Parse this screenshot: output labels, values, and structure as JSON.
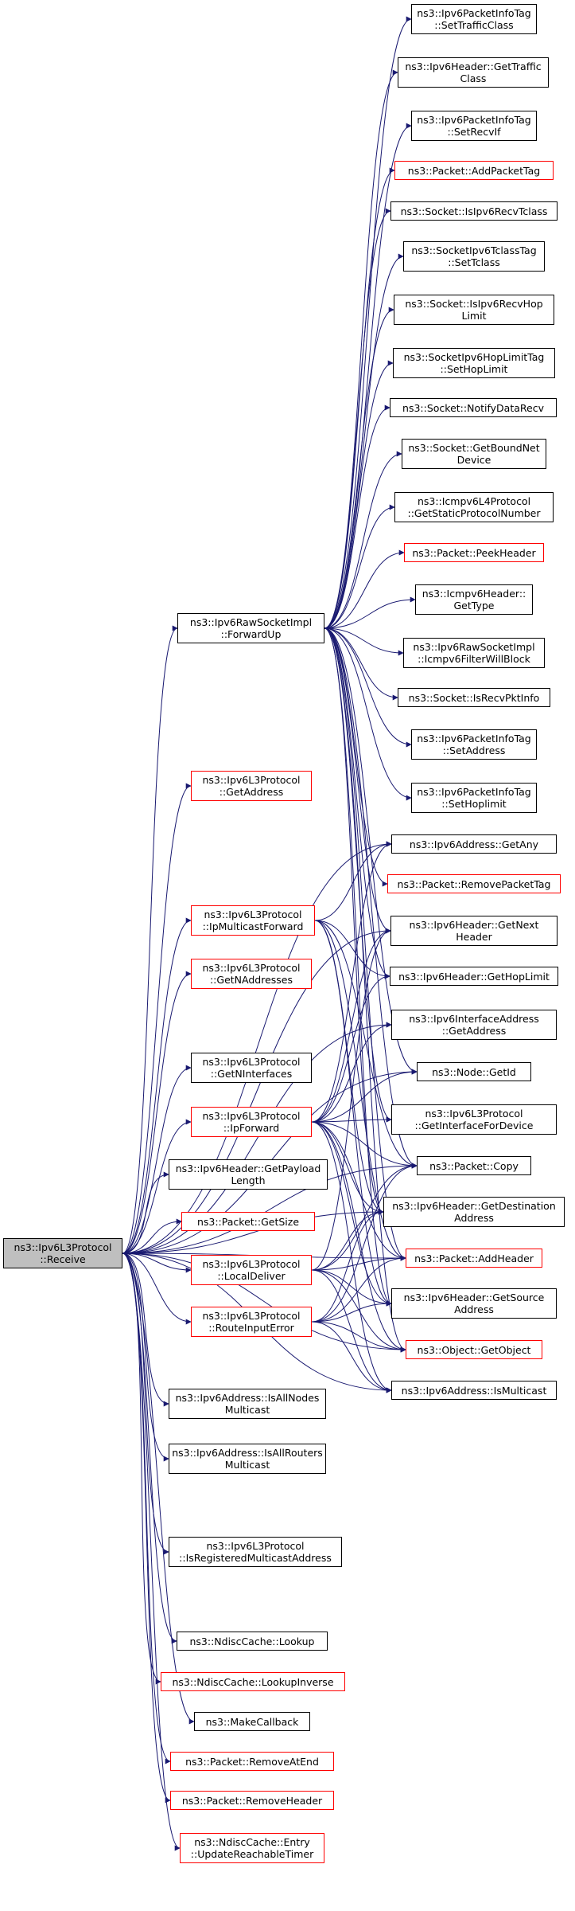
{
  "colors": {
    "edge": "#191970",
    "border_ok": "#000000",
    "border_red": "#ff0000",
    "root_fill": "#bfbfbf"
  },
  "nodes": [
    {
      "id": "root",
      "lines": [
        "ns3::Ipv6L3Protocol",
        "::Receive"
      ],
      "border": "black",
      "root": true
    },
    {
      "id": "fwdup",
      "lines": [
        "ns3::Ipv6RawSocketImpl",
        "::ForwardUp"
      ],
      "border": "black"
    },
    {
      "id": "getaddr",
      "lines": [
        "ns3::Ipv6L3Protocol",
        "::GetAddress"
      ],
      "border": "red"
    },
    {
      "id": "ipmcfwd",
      "lines": [
        "ns3::Ipv6L3Protocol",
        "::IpMulticastForward"
      ],
      "border": "red"
    },
    {
      "id": "getnaddr",
      "lines": [
        "ns3::Ipv6L3Protocol",
        "::GetNAddresses"
      ],
      "border": "red"
    },
    {
      "id": "getnif",
      "lines": [
        "ns3::Ipv6L3Protocol",
        "::GetNInterfaces"
      ],
      "border": "black"
    },
    {
      "id": "ipfwd",
      "lines": [
        "ns3::Ipv6L3Protocol",
        "::IpForward"
      ],
      "border": "red"
    },
    {
      "id": "getpay",
      "lines": [
        "ns3::Ipv6Header::GetPayload",
        "Length"
      ],
      "border": "black"
    },
    {
      "id": "getsize",
      "lines": [
        "ns3::Packet::GetSize"
      ],
      "border": "red"
    },
    {
      "id": "localdel",
      "lines": [
        "ns3::Ipv6L3Protocol",
        "::LocalDeliver"
      ],
      "border": "red"
    },
    {
      "id": "rie",
      "lines": [
        "ns3::Ipv6L3Protocol",
        "::RouteInputError"
      ],
      "border": "red"
    },
    {
      "id": "allnodes",
      "lines": [
        "ns3::Ipv6Address::IsAllNodes",
        "Multicast"
      ],
      "border": "black"
    },
    {
      "id": "allrouters",
      "lines": [
        "ns3::Ipv6Address::IsAllRouters",
        "Multicast"
      ],
      "border": "black"
    },
    {
      "id": "isregmc",
      "lines": [
        "ns3::Ipv6L3Protocol",
        "::IsRegisteredMulticastAddress"
      ],
      "border": "black"
    },
    {
      "id": "ndlookup",
      "lines": [
        "ns3::NdiscCache::Lookup"
      ],
      "border": "black"
    },
    {
      "id": "ndlookupinv",
      "lines": [
        "ns3::NdiscCache::LookupInverse"
      ],
      "border": "red"
    },
    {
      "id": "makecb",
      "lines": [
        "ns3::MakeCallback"
      ],
      "border": "black"
    },
    {
      "id": "remend",
      "lines": [
        "ns3::Packet::RemoveAtEnd"
      ],
      "border": "red"
    },
    {
      "id": "remhdr",
      "lines": [
        "ns3::Packet::RemoveHeader"
      ],
      "border": "red"
    },
    {
      "id": "updreach",
      "lines": [
        "ns3::NdiscCache::Entry",
        "::UpdateReachableTimer"
      ],
      "border": "red"
    },
    {
      "id": "settc",
      "lines": [
        "ns3::Ipv6PacketInfoTag",
        "::SetTrafficClass"
      ],
      "border": "black"
    },
    {
      "id": "gettc",
      "lines": [
        "ns3::Ipv6Header::GetTraffic",
        "Class"
      ],
      "border": "black"
    },
    {
      "id": "setrecvif",
      "lines": [
        "ns3::Ipv6PacketInfoTag",
        "::SetRecvIf"
      ],
      "border": "black"
    },
    {
      "id": "addpt",
      "lines": [
        "ns3::Packet::AddPacketTag"
      ],
      "border": "red"
    },
    {
      "id": "isrecvtc",
      "lines": [
        "ns3::Socket::IsIpv6RecvTclass"
      ],
      "border": "black"
    },
    {
      "id": "stcset",
      "lines": [
        "ns3::SocketIpv6TclassTag",
        "::SetTclass"
      ],
      "border": "black"
    },
    {
      "id": "isrecvhl",
      "lines": [
        "ns3::Socket::IsIpv6RecvHop",
        "Limit"
      ],
      "border": "black"
    },
    {
      "id": "shlset",
      "lines": [
        "ns3::SocketIpv6HopLimitTag",
        "::SetHopLimit"
      ],
      "border": "black"
    },
    {
      "id": "notify",
      "lines": [
        "ns3::Socket::NotifyDataRecv"
      ],
      "border": "black"
    },
    {
      "id": "getbound",
      "lines": [
        "ns3::Socket::GetBoundNet",
        "Device"
      ],
      "border": "black"
    },
    {
      "id": "icmpproto",
      "lines": [
        "ns3::Icmpv6L4Protocol",
        "::GetStaticProtocolNumber"
      ],
      "border": "black"
    },
    {
      "id": "peek",
      "lines": [
        "ns3::Packet::PeekHeader"
      ],
      "border": "red"
    },
    {
      "id": "icmptype",
      "lines": [
        "ns3::Icmpv6Header::",
        "GetType"
      ],
      "border": "black"
    },
    {
      "id": "icmpfilter",
      "lines": [
        "ns3::Ipv6RawSocketImpl",
        "::Icmpv6FilterWillBlock"
      ],
      "border": "black"
    },
    {
      "id": "isrecvpkt",
      "lines": [
        "ns3::Socket::IsRecvPktInfo"
      ],
      "border": "black"
    },
    {
      "id": "setaddr",
      "lines": [
        "ns3::Ipv6PacketInfoTag",
        "::SetAddress"
      ],
      "border": "black"
    },
    {
      "id": "sethl",
      "lines": [
        "ns3::Ipv6PacketInfoTag",
        "::SetHoplimit"
      ],
      "border": "black"
    },
    {
      "id": "getany",
      "lines": [
        "ns3::Ipv6Address::GetAny"
      ],
      "border": "black"
    },
    {
      "id": "rempt",
      "lines": [
        "ns3::Packet::RemovePacketTag"
      ],
      "border": "red"
    },
    {
      "id": "getnext",
      "lines": [
        "ns3::Ipv6Header::GetNext",
        "Header"
      ],
      "border": "black"
    },
    {
      "id": "gethop",
      "lines": [
        "ns3::Ipv6Header::GetHopLimit"
      ],
      "border": "black"
    },
    {
      "id": "ifaddr",
      "lines": [
        "ns3::Ipv6InterfaceAddress",
        "::GetAddress"
      ],
      "border": "black"
    },
    {
      "id": "nodeid",
      "lines": [
        "ns3::Node::GetId"
      ],
      "border": "black"
    },
    {
      "id": "getiffordev",
      "lines": [
        "ns3::Ipv6L3Protocol",
        "::GetInterfaceForDevice"
      ],
      "border": "black"
    },
    {
      "id": "copy",
      "lines": [
        "ns3::Packet::Copy"
      ],
      "border": "black"
    },
    {
      "id": "getdst",
      "lines": [
        "ns3::Ipv6Header::GetDestination",
        "Address"
      ],
      "border": "black"
    },
    {
      "id": "addhdr",
      "lines": [
        "ns3::Packet::AddHeader"
      ],
      "border": "red"
    },
    {
      "id": "getsrc",
      "lines": [
        "ns3::Ipv6Header::GetSource",
        "Address"
      ],
      "border": "black"
    },
    {
      "id": "getobj",
      "lines": [
        "ns3::Object::GetObject"
      ],
      "border": "red"
    },
    {
      "id": "ismc",
      "lines": [
        "ns3::Ipv6Address::IsMulticast"
      ],
      "border": "black"
    }
  ],
  "edges": [
    [
      "root",
      "fwdup"
    ],
    [
      "root",
      "getaddr"
    ],
    [
      "root",
      "ipmcfwd"
    ],
    [
      "root",
      "getnaddr"
    ],
    [
      "root",
      "getnif"
    ],
    [
      "root",
      "ipfwd"
    ],
    [
      "root",
      "getpay"
    ],
    [
      "root",
      "getsize"
    ],
    [
      "root",
      "localdel"
    ],
    [
      "root",
      "rie"
    ],
    [
      "root",
      "allnodes"
    ],
    [
      "root",
      "allrouters"
    ],
    [
      "root",
      "isregmc"
    ],
    [
      "root",
      "ndlookup"
    ],
    [
      "root",
      "ndlookupinv"
    ],
    [
      "root",
      "makecb"
    ],
    [
      "root",
      "remend"
    ],
    [
      "root",
      "remhdr"
    ],
    [
      "root",
      "updreach"
    ],
    [
      "root",
      "getany"
    ],
    [
      "root",
      "copy"
    ],
    [
      "root",
      "getdst"
    ],
    [
      "root",
      "nodeid"
    ],
    [
      "root",
      "ifaddr"
    ],
    [
      "root",
      "getobj"
    ],
    [
      "root",
      "addhdr"
    ],
    [
      "root",
      "ismc"
    ],
    [
      "root",
      "getnext"
    ],
    [
      "fwdup",
      "settc"
    ],
    [
      "fwdup",
      "gettc"
    ],
    [
      "fwdup",
      "setrecvif"
    ],
    [
      "fwdup",
      "addpt"
    ],
    [
      "fwdup",
      "isrecvtc"
    ],
    [
      "fwdup",
      "stcset"
    ],
    [
      "fwdup",
      "isrecvhl"
    ],
    [
      "fwdup",
      "shlset"
    ],
    [
      "fwdup",
      "notify"
    ],
    [
      "fwdup",
      "getbound"
    ],
    [
      "fwdup",
      "icmpproto"
    ],
    [
      "fwdup",
      "peek"
    ],
    [
      "fwdup",
      "icmptype"
    ],
    [
      "fwdup",
      "icmpfilter"
    ],
    [
      "fwdup",
      "isrecvpkt"
    ],
    [
      "fwdup",
      "setaddr"
    ],
    [
      "fwdup",
      "sethl"
    ],
    [
      "fwdup",
      "rempt"
    ],
    [
      "fwdup",
      "getnext"
    ],
    [
      "fwdup",
      "gethop"
    ],
    [
      "fwdup",
      "nodeid"
    ],
    [
      "fwdup",
      "getiffordev"
    ],
    [
      "fwdup",
      "copy"
    ],
    [
      "fwdup",
      "getdst"
    ],
    [
      "fwdup",
      "addhdr"
    ],
    [
      "fwdup",
      "getsrc"
    ],
    [
      "fwdup",
      "getobj"
    ],
    [
      "ipmcfwd",
      "getany"
    ],
    [
      "ipmcfwd",
      "gethop"
    ],
    [
      "ipmcfwd",
      "copy"
    ],
    [
      "ipmcfwd",
      "getdst"
    ],
    [
      "ipmcfwd",
      "getsrc"
    ],
    [
      "ipmcfwd",
      "addhdr"
    ],
    [
      "ipfwd",
      "getany"
    ],
    [
      "ipfwd",
      "ifaddr"
    ],
    [
      "ipfwd",
      "nodeid"
    ],
    [
      "ipfwd",
      "getiffordev"
    ],
    [
      "ipfwd",
      "copy"
    ],
    [
      "ipfwd",
      "getdst"
    ],
    [
      "ipfwd",
      "addhdr"
    ],
    [
      "ipfwd",
      "getsrc"
    ],
    [
      "ipfwd",
      "getobj"
    ],
    [
      "ipfwd",
      "ismc"
    ],
    [
      "ipfwd",
      "gethop"
    ],
    [
      "ipfwd",
      "getnext"
    ],
    [
      "localdel",
      "copy"
    ],
    [
      "localdel",
      "getdst"
    ],
    [
      "localdel",
      "addhdr"
    ],
    [
      "localdel",
      "getsrc"
    ],
    [
      "localdel",
      "getobj"
    ],
    [
      "localdel",
      "ismc"
    ],
    [
      "localdel",
      "getnext"
    ],
    [
      "rie",
      "copy"
    ],
    [
      "rie",
      "getdst"
    ],
    [
      "rie",
      "addhdr"
    ],
    [
      "rie",
      "getsrc"
    ],
    [
      "rie",
      "getobj"
    ],
    [
      "rie",
      "ismc"
    ]
  ]
}
